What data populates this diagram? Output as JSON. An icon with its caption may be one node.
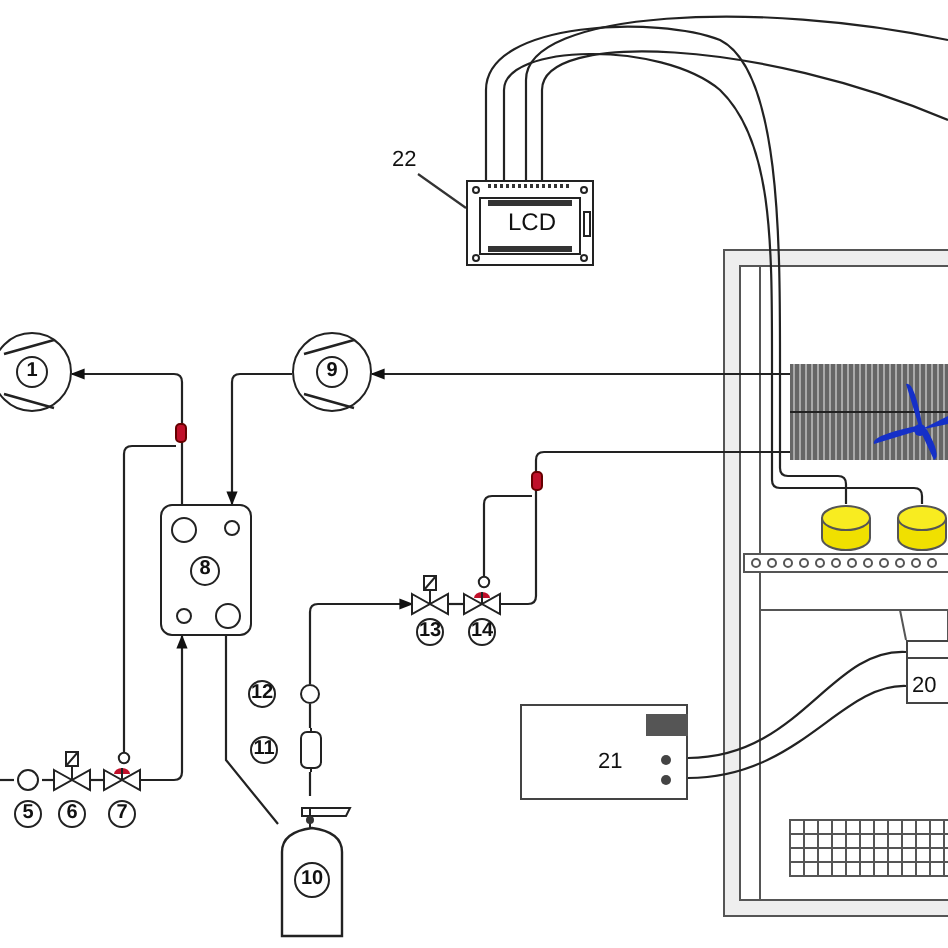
{
  "diagram": {
    "nodes": [
      {
        "text": [
          "1"
        ]
      },
      {
        "text": [
          "9"
        ]
      },
      {
        "text": [
          "8"
        ]
      },
      {
        "text": [
          "5"
        ]
      },
      {
        "text": [
          "6"
        ]
      },
      {
        "text": [
          "7"
        ]
      },
      {
        "text": [
          "10"
        ]
      },
      {
        "text": [
          "11"
        ]
      },
      {
        "text": [
          "12"
        ]
      },
      {
        "text": [
          "13"
        ]
      },
      {
        "text": [
          "14"
        ]
      },
      {
        "text": [],
        "shape": "coil"
      },
      {
        "text": [
          "22"
        ]
      },
      {
        "text": [
          "LCD"
        ]
      },
      {
        "text": [
          "21"
        ]
      },
      {
        "text": [
          "20"
        ]
      },
      {
        "text": [],
        "shape": "cylinder"
      },
      {
        "text": [],
        "shape": "cylinder"
      }
    ],
    "edges": [
      {
        "from": null,
        "to": 3,
        "arrow": "none"
      },
      {
        "from": 3,
        "to": 4,
        "arrow": "none"
      },
      {
        "from": 4,
        "to": 5,
        "arrow": "none"
      },
      {
        "from": 5,
        "to": 2,
        "arrow": "to"
      },
      {
        "from": 2,
        "to": 0,
        "arrow": "to"
      },
      {
        "from": 5,
        "to": null,
        "arrow": "none"
      },
      {
        "from": 1,
        "to": 2,
        "arrow": "to"
      },
      {
        "from": 11,
        "to": 1,
        "arrow": "to"
      },
      {
        "from": 2,
        "to": 6,
        "arrow": "none"
      },
      {
        "from": 6,
        "to": 7,
        "arrow": "none"
      },
      {
        "from": 7,
        "to": 8,
        "arrow": "none"
      },
      {
        "from": 8,
        "to": 9,
        "arrow": "to"
      },
      {
        "from": 9,
        "to": 10,
        "arrow": "none"
      },
      {
        "from": 10,
        "to": 11,
        "arrow": "none"
      },
      {
        "from": 10,
        "to": null,
        "arrow": "none"
      },
      {
        "from": 12,
        "to": 13,
        "arrow": "none"
      },
      {
        "from": 13,
        "to": 16,
        "arrow": "none"
      },
      {
        "from": 13,
        "to": 17,
        "arrow": "none"
      },
      {
        "from": 13,
        "to": null,
        "arrow": "none"
      },
      {
        "from": 13,
        "to": null,
        "arrow": "none"
      },
      {
        "from": 14,
        "to": 15,
        "arrow": "none"
      },
      {
        "from": 14,
        "to": 15,
        "arrow": "none"
      }
    ]
  }
}
